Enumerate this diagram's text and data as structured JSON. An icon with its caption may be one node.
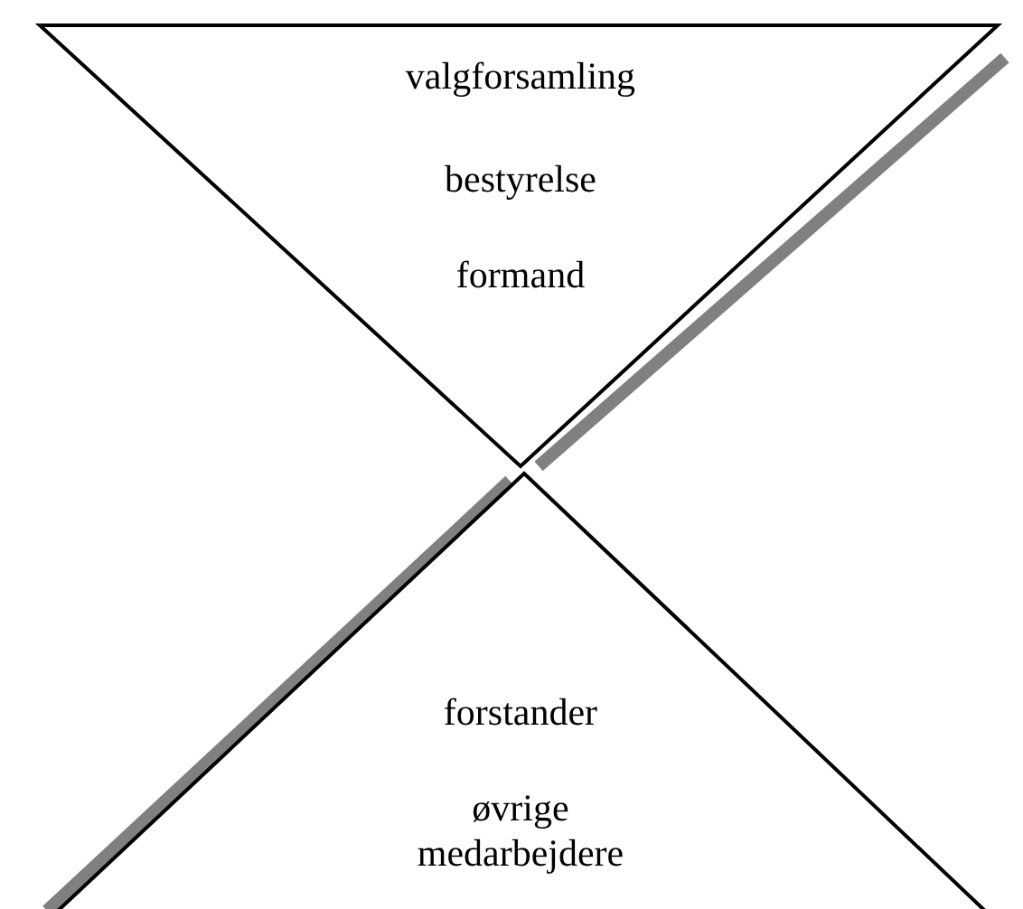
{
  "diagram": {
    "nodes": [
      {
        "text": [
          "valgforsamling",
          "bestyrelse",
          "formand"
        ]
      },
      {
        "text": [
          "forstander",
          "øvrige medarbejdere"
        ]
      }
    ]
  }
}
